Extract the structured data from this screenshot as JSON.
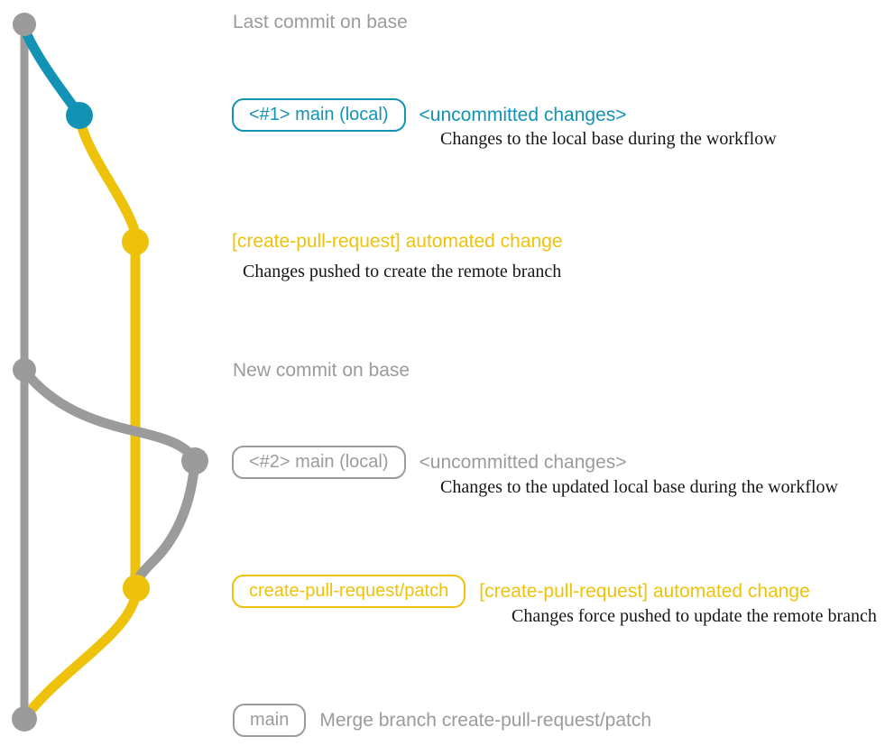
{
  "colors": {
    "gray": "#9b9b9b",
    "teal": "#1292b4",
    "gold": "#eec20b",
    "caption": "#161616"
  },
  "diagram": {
    "rows": [
      {
        "label": "Last commit on base"
      },
      {
        "badge": "<#1> main (local)",
        "message": "<uncommitted changes>",
        "caption": "Changes to the local base during the workflow"
      },
      {
        "message": "[create-pull-request] automated change",
        "caption": "Changes pushed to create the remote branch"
      },
      {
        "label": "New commit on base"
      },
      {
        "badge": "<#2> main (local)",
        "message": "<uncommitted changes>",
        "caption": "Changes to the updated local base during the workflow"
      },
      {
        "badge": "create-pull-request/patch",
        "message": "[create-pull-request] automated change",
        "caption": "Changes force pushed to update the remote branch"
      },
      {
        "badge": "main",
        "message": "Merge branch create-pull-request/patch"
      }
    ]
  }
}
